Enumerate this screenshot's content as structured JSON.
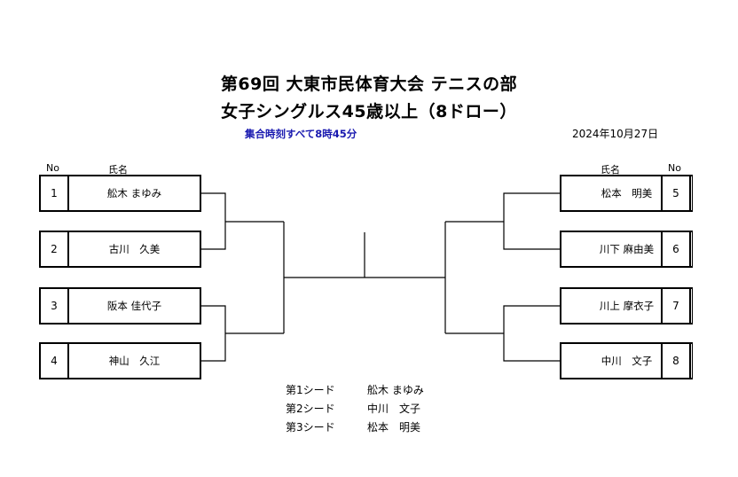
{
  "title_line1": "第69回 大東市民体育大会 テニスの部",
  "title_line2": "女子シングルス45歳以上（8ドロー）",
  "assembly_note": "集合時刻すべて8時45分",
  "date": "2024年10月27日",
  "headers": {
    "no": "No",
    "name": "氏名"
  },
  "left_players": [
    {
      "no": "1",
      "name": "舩木 まゆみ"
    },
    {
      "no": "2",
      "name": "古川　久美"
    },
    {
      "no": "3",
      "name": "阪本 佳代子"
    },
    {
      "no": "4",
      "name": "神山　久江"
    }
  ],
  "right_players": [
    {
      "no": "5",
      "name": "松本　明美"
    },
    {
      "no": "6",
      "name": "川下 麻由美"
    },
    {
      "no": "7",
      "name": "川上 摩衣子"
    },
    {
      "no": "8",
      "name": "中川　文子"
    }
  ],
  "seeds": [
    {
      "label": "第1シード",
      "name": "舩木 まゆみ"
    },
    {
      "label": "第2シード",
      "name": "中川　文子"
    },
    {
      "label": "第3シード",
      "name": "松本　明美"
    }
  ]
}
